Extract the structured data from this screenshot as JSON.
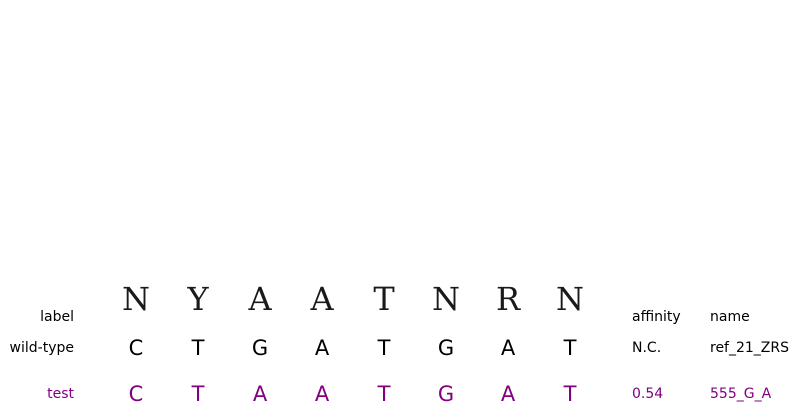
{
  "consensus": [
    "N",
    "Y",
    "A",
    "A",
    "T",
    "N",
    "R",
    "N"
  ],
  "headers": {
    "label": "label",
    "affinity": "affinity",
    "name": "name"
  },
  "rows": [
    {
      "label": "wild-type",
      "bases": [
        "C",
        "T",
        "G",
        "A",
        "T",
        "G",
        "A",
        "T"
      ],
      "affinity": "N.C.",
      "name": "ref_21_ZRS",
      "color": "#000000"
    },
    {
      "label": "test",
      "bases": [
        "C",
        "T",
        "A",
        "A",
        "T",
        "G",
        "A",
        "T"
      ],
      "affinity": "0.54",
      "name": "555_G_A",
      "color": "#800080"
    }
  ]
}
